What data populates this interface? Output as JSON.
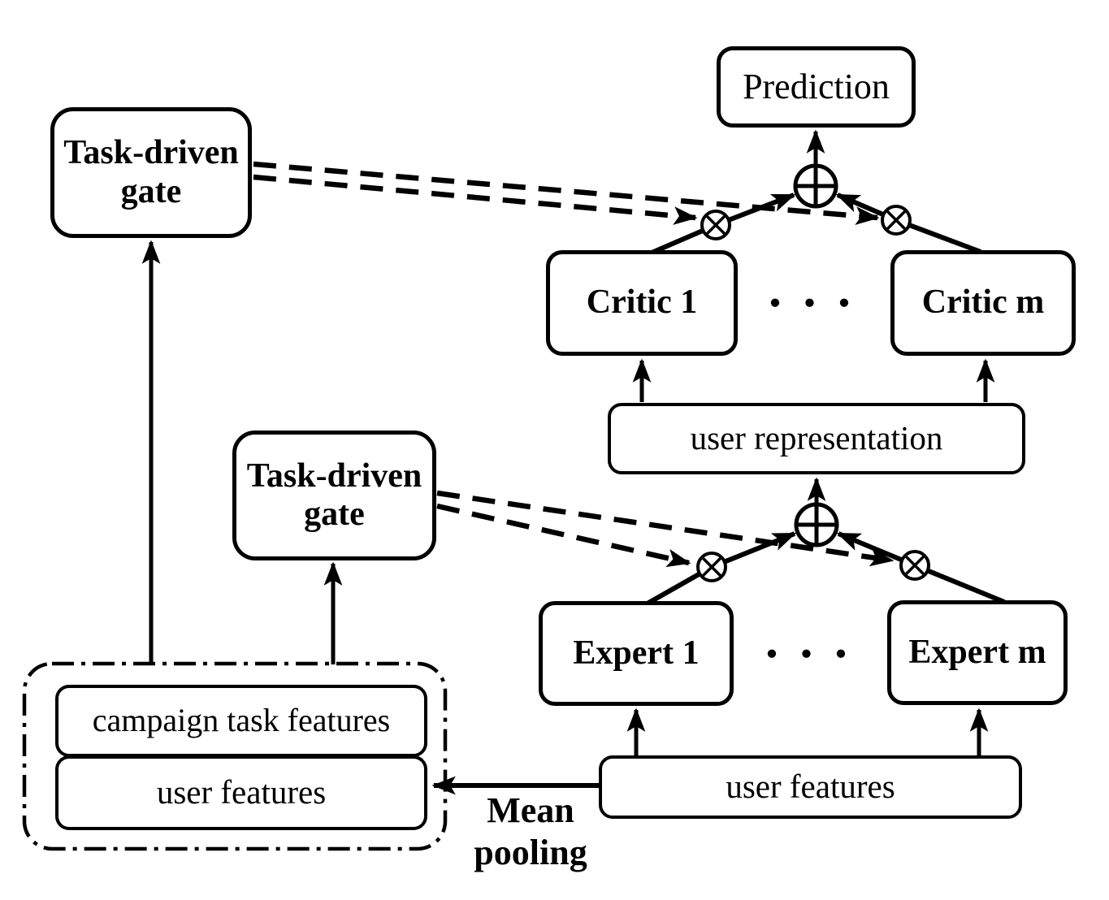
{
  "figure": {
    "background_color": "#ffffff",
    "ink_color": "#000000"
  },
  "nodes": {
    "prediction": {
      "label": "Prediction"
    },
    "task_driven_gate_top": {
      "line1": "Task-driven",
      "line2": "gate"
    },
    "task_driven_gate_mid": {
      "line1": "Task-driven",
      "line2": "gate"
    },
    "critic_1": {
      "label": "Critic 1"
    },
    "critic_m": {
      "label": "Critic m"
    },
    "critics_ellipsis": {
      "label": "● ● ●"
    },
    "user_representation": {
      "label": "user representation"
    },
    "expert_1": {
      "label": "Expert 1"
    },
    "expert_m": {
      "label": "Expert m"
    },
    "experts_ellipsis": {
      "label": "● ● ●"
    },
    "user_features_input": {
      "label": "user features"
    },
    "campaign_task_features": {
      "label": "campaign task features"
    },
    "user_features_pooled": {
      "label": "user features"
    },
    "mean_pooling": {
      "line1": "Mean",
      "line2": "pooling"
    }
  },
  "operators": {
    "sum": "⊕",
    "multiply": "⊗"
  }
}
